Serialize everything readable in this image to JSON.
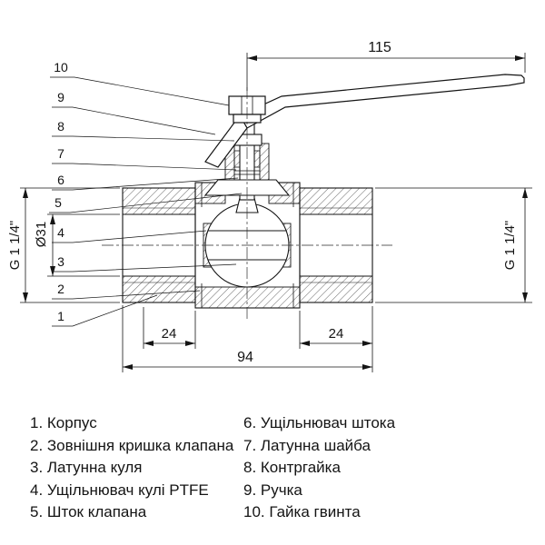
{
  "colors": {
    "ink": "#141414",
    "background": "#ffffff"
  },
  "drawing": {
    "dims": {
      "handle_length": "115",
      "left_port_depth": "24",
      "right_port_depth": "24",
      "body_length": "94",
      "bore_diameter": "Ø31",
      "thread_left": "G 1 1/4\"",
      "thread_right": "G 1 1/4\""
    },
    "callouts": [
      "1",
      "2",
      "3",
      "4",
      "5",
      "6",
      "7",
      "8",
      "9",
      "10"
    ]
  },
  "legend": {
    "left": [
      "1. Корпус",
      "2. Зовнішня кришка клапана",
      "3. Латунна куля",
      "4. Ущільнювач кулі PTFE",
      "5. Шток клапана"
    ],
    "right": [
      "6. Ущільнювач штока",
      "7. Латунна шайба",
      "8. Контргайка",
      "9. Ручка",
      "10. Гайка гвинта"
    ]
  }
}
